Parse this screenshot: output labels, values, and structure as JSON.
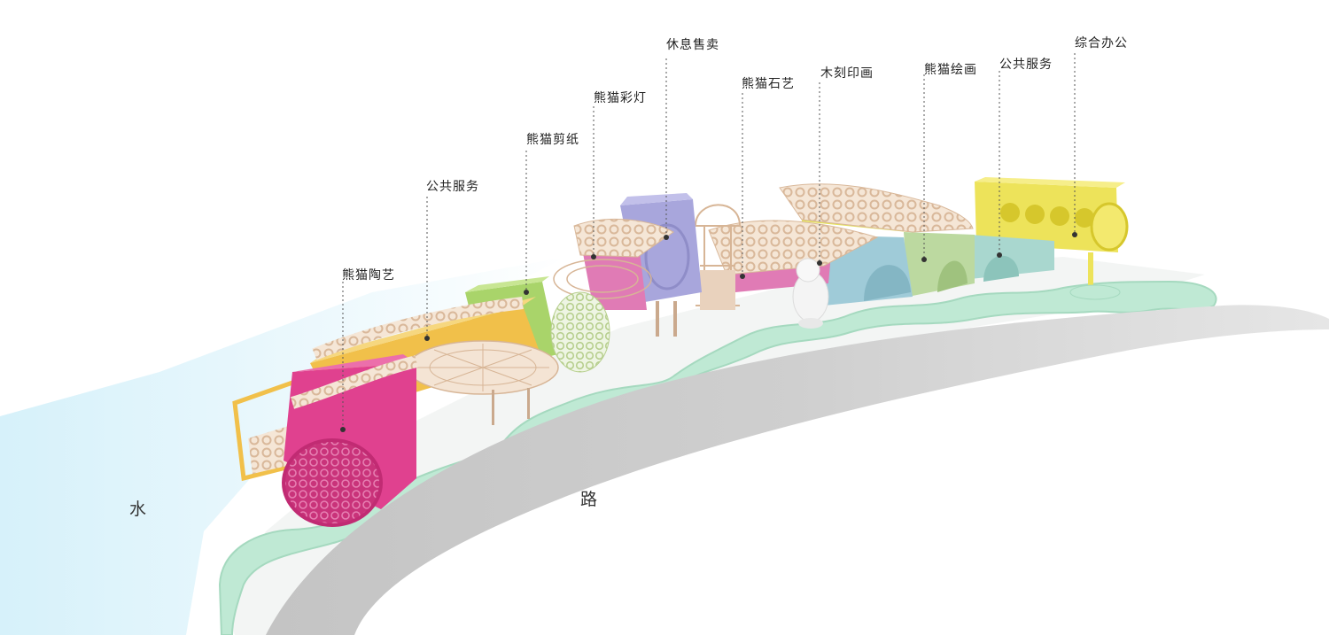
{
  "labels": [
    {
      "id": "ceramics",
      "text": "熊猫陶艺"
    },
    {
      "id": "public-service-left",
      "text": "公共服务"
    },
    {
      "id": "papercut",
      "text": "熊猫剪纸"
    },
    {
      "id": "lantern",
      "text": "熊猫彩灯"
    },
    {
      "id": "rest-sales",
      "text": "休息售卖"
    },
    {
      "id": "stone-art",
      "text": "熊猫石艺"
    },
    {
      "id": "woodcut",
      "text": "木刻印画"
    },
    {
      "id": "painting",
      "text": "熊猫绘画"
    },
    {
      "id": "public-service-right",
      "text": "公共服务"
    },
    {
      "id": "office",
      "text": "综合办公"
    }
  ],
  "water_label": "水",
  "road_label": "路",
  "colors": {
    "road": "#c9c9c9",
    "greenbelt": "#bfe9d4",
    "water": "#dff4fb",
    "pink": "#e0418f",
    "orange": "#f1c04a",
    "green": "#a9d46a",
    "lilac": "#a8a6dc",
    "blue": "#9fcbd8",
    "sage": "#bcd9a0",
    "teal": "#a9d7cf",
    "yellow": "#ede35a",
    "lattice": "#ecd3bc"
  }
}
